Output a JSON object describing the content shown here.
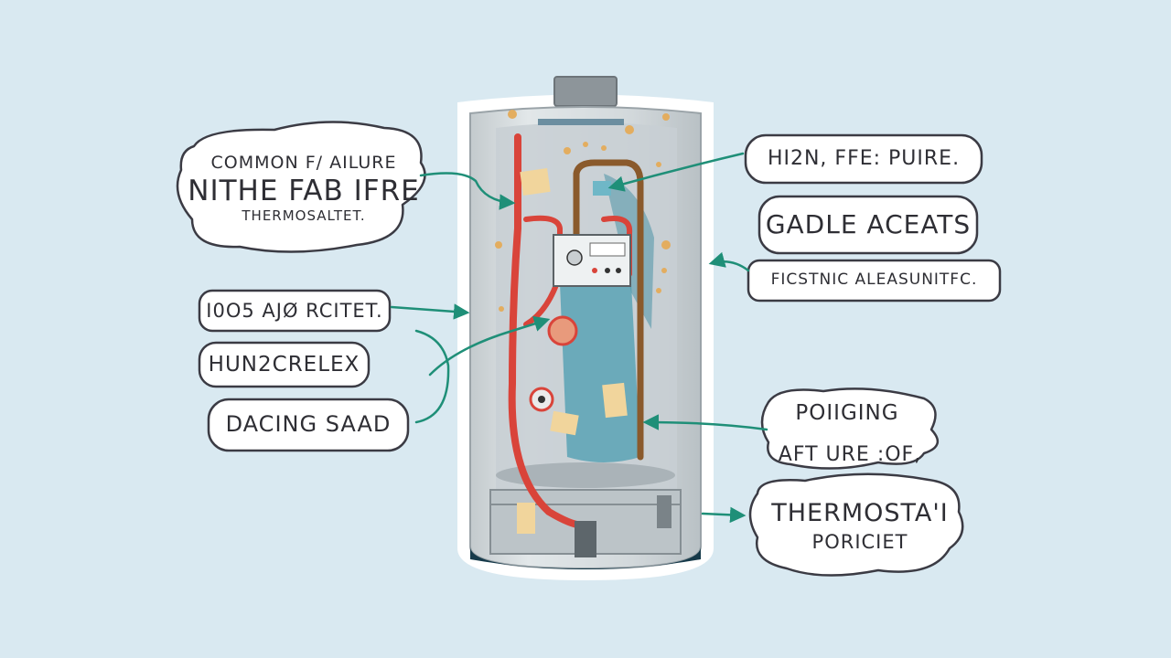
{
  "colors": {
    "background": "#d9e9f1",
    "arrow": "#1f8f78",
    "outline": "#3b3b44",
    "tank_shell": "#d3d9dc",
    "tank_base": "#163a4a",
    "hot_pipe": "#d9443a",
    "copper_pipe": "#8a5a2c",
    "insulation_blue": "#5aa3b5"
  },
  "icons": [
    "water-heater-tank-illustration",
    "control-panel-icon",
    "heating-element-icon"
  ],
  "labels": {
    "top_left": {
      "line1": "COMMON F/ AILURE",
      "line2": "NITHE FAB IFRE",
      "line3": "THERMOSALTET."
    },
    "left_1": "I0O5 AJØ RCITET.",
    "left_2": "HUN2CRELEX",
    "left_3": "DACING SAAD",
    "right_1": "HI2N, FFE: PUIRE.",
    "right_2": "GADLE ACEATS",
    "right_3": "FICSTNIC ALEASUNITFC.",
    "right_4": "POIIGING",
    "right_5": "AFT URE :OF,",
    "right_6": {
      "line1": "THERMOSTA'I",
      "line2": "PORICIET"
    }
  }
}
